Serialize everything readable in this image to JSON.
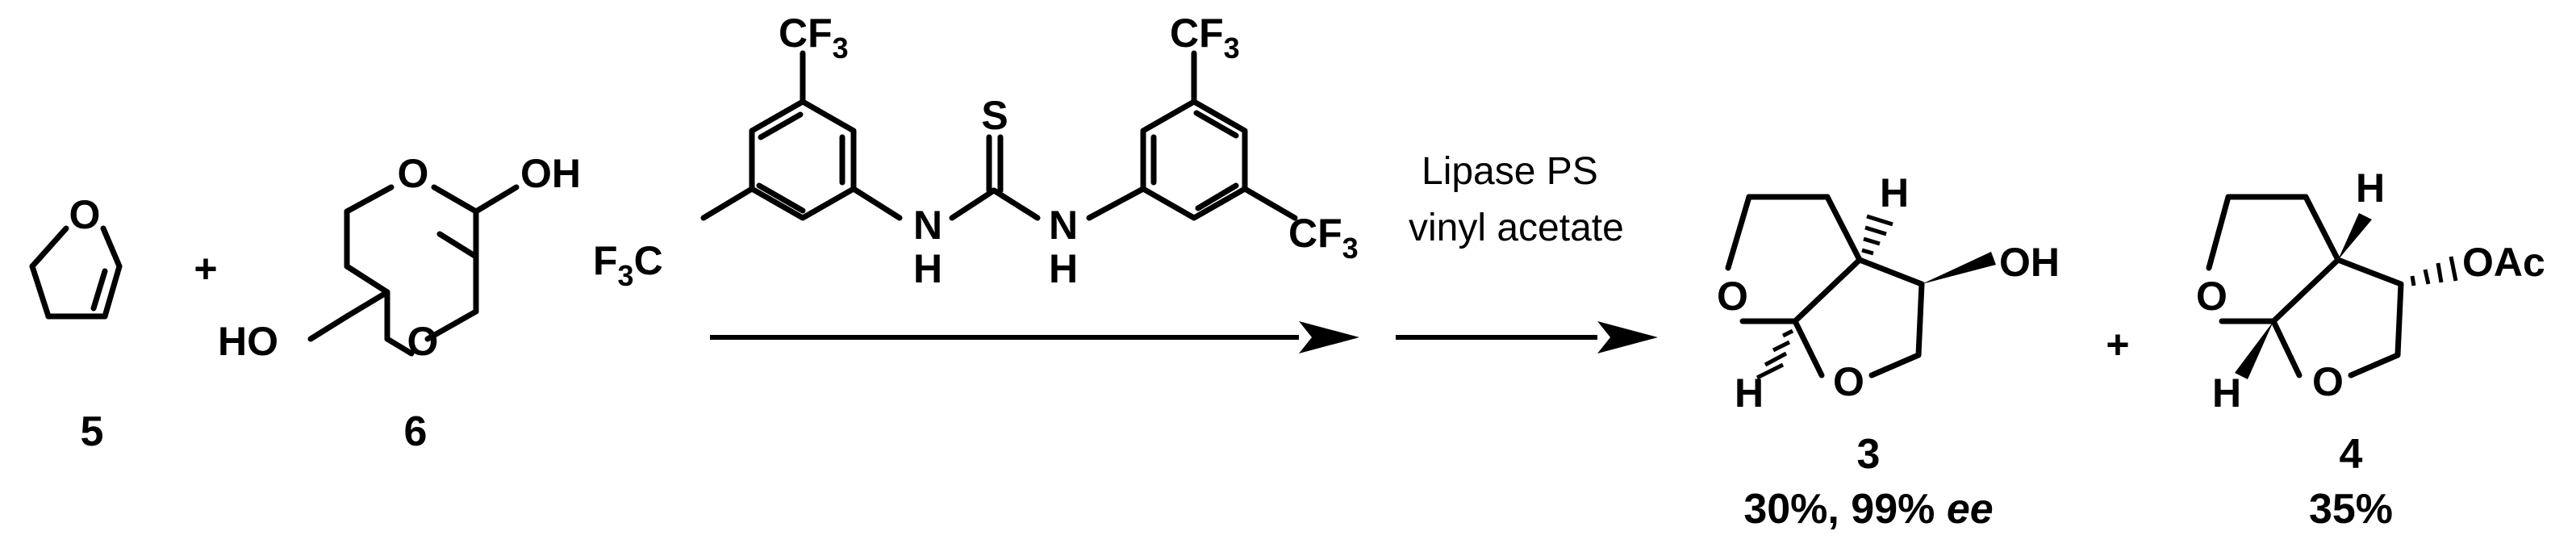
{
  "compounds": {
    "c5": {
      "label": "5",
      "atoms": {
        "o": "O"
      }
    },
    "c6": {
      "label": "6",
      "atoms": {
        "o_top": "O",
        "o_bottom": "O",
        "oh_right": "OH",
        "oh_left": "HO"
      }
    },
    "catalyst": {
      "cf3": "CF",
      "cf3_sub": "3",
      "f3c_f": "F",
      "f3c_sub": "3",
      "f3c_c": "C",
      "s": "S",
      "nh_n": "N",
      "nh_h": "H"
    },
    "c3": {
      "label": "3",
      "yield": "30%, 99% ",
      "ee": "ee",
      "atoms": {
        "h": "H",
        "oh": "OH",
        "o": "O"
      }
    },
    "c4": {
      "label": "4",
      "yield": "35%",
      "atoms": {
        "h": "H",
        "oac": "OAc",
        "o": "O"
      }
    }
  },
  "plus_sign": "+",
  "reagents": {
    "line1": "Lipase PS",
    "line2": "vinyl acetate"
  }
}
